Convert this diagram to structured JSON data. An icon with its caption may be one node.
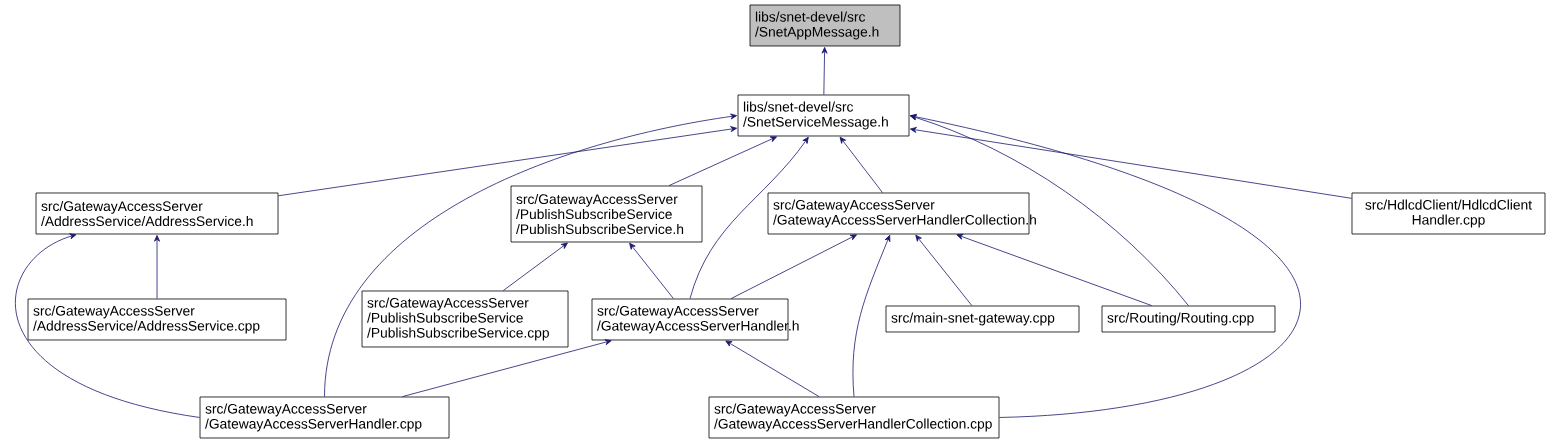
{
  "diagram": {
    "nodes": [
      {
        "text": [
          "libs/snet-devel/src /SnetAppMessage.h"
        ]
      },
      {
        "text": [
          "libs/snet-devel/src /SnetServiceMessage.h"
        ]
      },
      {
        "text": [
          "src/GatewayAccessServer /AddressService/AddressService.h"
        ]
      },
      {
        "text": [
          "src/GatewayAccessServer /PublishSubscribeService /PublishSubscribeService.h"
        ]
      },
      {
        "text": [
          "src/GatewayAccessServer /GatewayAccessServerHandlerCollection.h"
        ]
      },
      {
        "text": [
          "src/HdlcdClient/HdlcdClient Handler.cpp"
        ]
      },
      {
        "text": [
          "src/GatewayAccessServer /AddressService/AddressService.cpp"
        ]
      },
      {
        "text": [
          "src/GatewayAccessServer /PublishSubscribeService /PublishSubscribeService.cpp"
        ]
      },
      {
        "text": [
          "src/GatewayAccessServer /GatewayAccessServerHandler.h"
        ]
      },
      {
        "text": [
          "src/main-snet-gateway.cpp"
        ]
      },
      {
        "text": [
          "src/Routing/Routing.cpp"
        ]
      },
      {
        "text": [
          "src/GatewayAccessServer /GatewayAccessServerHandler.cpp"
        ]
      },
      {
        "text": [
          "src/GatewayAccessServer /GatewayAccessServerHandlerCollection.cpp"
        ]
      }
    ],
    "edges": [
      {
        "from": 1,
        "to": 0,
        "arrow": "to"
      },
      {
        "from": 2,
        "to": 1,
        "arrow": "to"
      },
      {
        "from": 11,
        "to": 1,
        "arrow": "to"
      },
      {
        "from": 3,
        "to": 1,
        "arrow": "to"
      },
      {
        "from": 8,
        "to": 1,
        "arrow": "to"
      },
      {
        "from": 4,
        "to": 1,
        "arrow": "to"
      },
      {
        "from": 10,
        "to": 1,
        "arrow": "to"
      },
      {
        "from": 12,
        "to": 1,
        "arrow": "to"
      },
      {
        "from": 5,
        "to": 1,
        "arrow": "to"
      },
      {
        "from": 6,
        "to": 2,
        "arrow": "to"
      },
      {
        "from": 11,
        "to": 2,
        "arrow": "to"
      },
      {
        "from": 7,
        "to": 3,
        "arrow": "to"
      },
      {
        "from": 8,
        "to": 3,
        "arrow": "to"
      },
      {
        "from": 8,
        "to": 4,
        "arrow": "to"
      },
      {
        "from": 9,
        "to": 4,
        "arrow": "to"
      },
      {
        "from": 10,
        "to": 4,
        "arrow": "to"
      },
      {
        "from": 12,
        "to": 4,
        "arrow": "to"
      },
      {
        "from": 11,
        "to": 8,
        "arrow": "to"
      },
      {
        "from": 12,
        "to": 8,
        "arrow": "to"
      }
    ]
  }
}
